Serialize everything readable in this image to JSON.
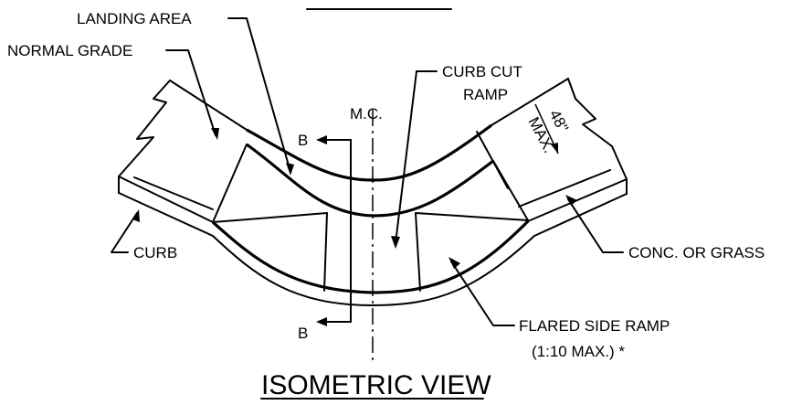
{
  "labels": {
    "landing_area": "LANDING AREA",
    "normal_grade": "NORMAL GRADE",
    "curb_cut_ramp_1": "CURB CUT",
    "curb_cut_ramp_2": "RAMP",
    "mc": "M.C.",
    "section_b_top": "B",
    "section_b_bottom": "B",
    "slope_1": "48\"",
    "slope_2": "MAX.",
    "curb": "CURB",
    "conc_or_grass": "CONC. OR GRASS",
    "flared_side_ramp_1": "FLARED SIDE RAMP",
    "flared_side_ramp_2": "(1:10 MAX.) *",
    "view_title": "ISOMETRIC VIEW"
  }
}
